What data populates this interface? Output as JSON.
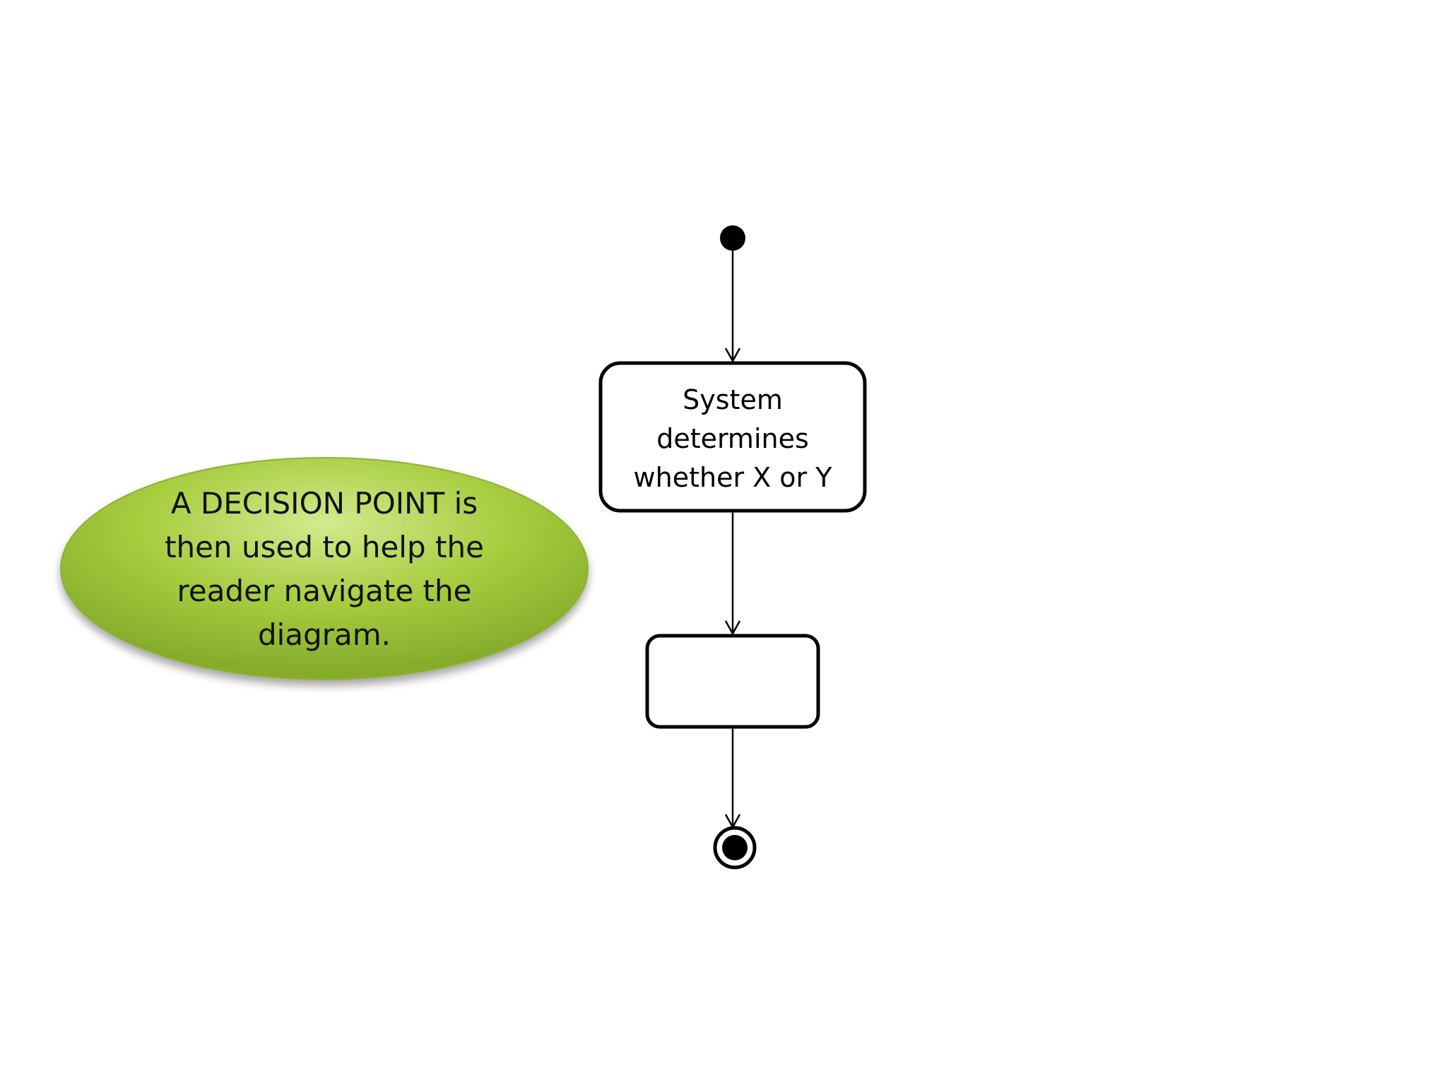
{
  "callout": {
    "lines": [
      "A DECISION POINT is",
      "then used to help the",
      "reader navigate the",
      "diagram."
    ],
    "fill_color": "#a6cc3e",
    "highlight_color": "#c6e07a",
    "border_color": "#8fb236"
  },
  "activity_1": {
    "lines": [
      "System",
      "determines",
      "whether X or Y"
    ]
  },
  "activity_2": {
    "lines": []
  },
  "colors": {
    "stroke": "#000000",
    "background": "#ffffff"
  }
}
